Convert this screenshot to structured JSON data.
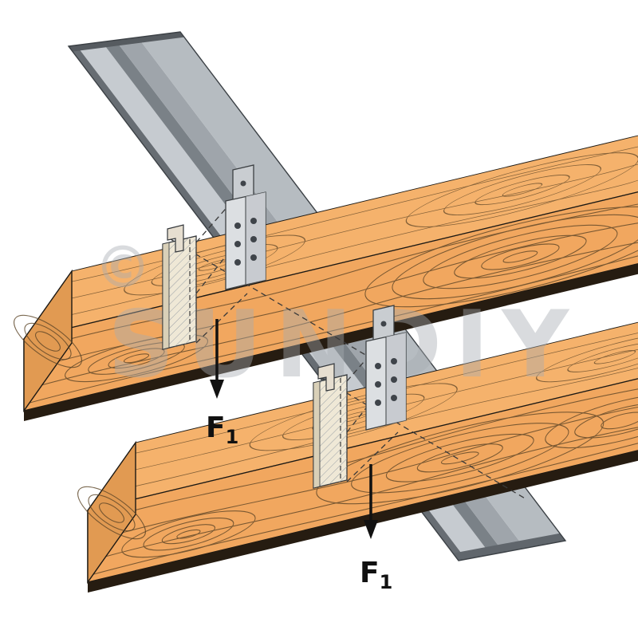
{
  "labels": {
    "force_1": {
      "symbol": "F",
      "sub": "1"
    },
    "force_2": {
      "symbol": "F",
      "sub": "1"
    }
  },
  "watermark": {
    "copyright": "©",
    "text": "SUNDIY"
  },
  "colors": {
    "background": "#ffffff",
    "wood_front": "#f1a75f",
    "wood_top": "#f5b26c",
    "wood_end": "#e19a52",
    "wood_bottom_edge": "#261c11",
    "wood_grain": "#5c4527",
    "wood_outline": "#1c1914",
    "steel_edge_dark": "#676d73",
    "steel_flange_light": "#c6cbd0",
    "steel_groove": "#7a8187",
    "steel_mid": "#9fa5ab",
    "steel_light": "#b6bcc1",
    "steel_cut": "#565b60",
    "steel_end_face": "#60666c",
    "steel_outline": "#3b4045",
    "hanger_plate": "#dcdfe2",
    "hanger_plate_shade": "#c4c8cc",
    "hanger_tab": "#c9cdd1",
    "hanger_hole": "#3f444a",
    "hatch_plate": "#efe8d6",
    "hatch_line": "#9aa0a6",
    "hidden_line": "#3a3a3a",
    "arrow": "#111111",
    "watermark": "#a7acb1"
  }
}
